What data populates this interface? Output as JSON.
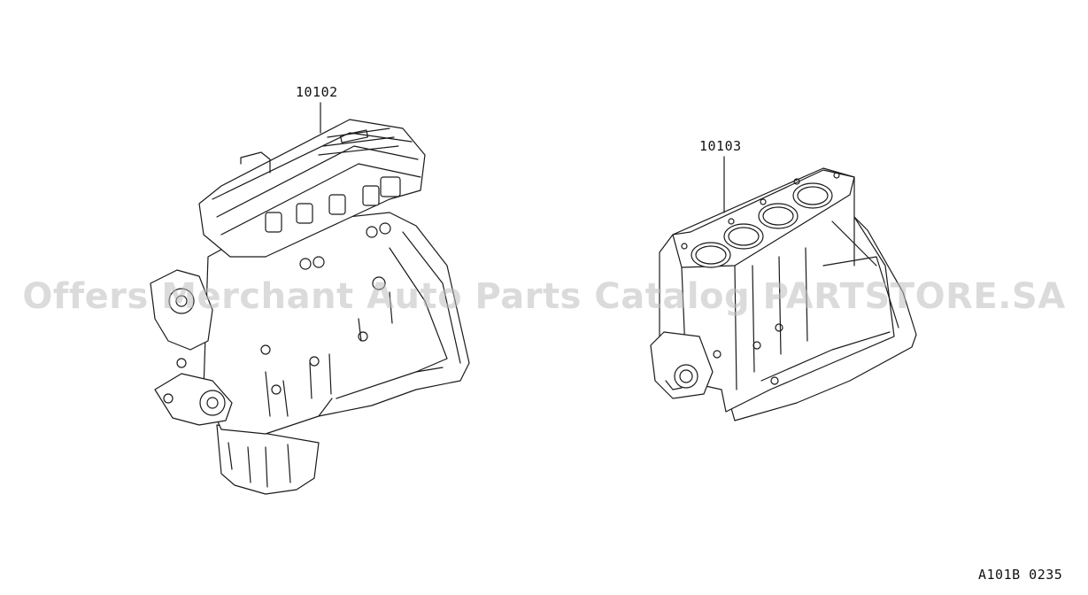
{
  "parts": [
    {
      "number": "10102",
      "description": "engine-assembly-with-cylinder-head"
    },
    {
      "number": "10103",
      "description": "short-block-engine-assembly"
    }
  ],
  "diagram_code": "A101B 0235",
  "watermark": "Offers Merchant Auto Parts Catalog PARTSTORE.SA",
  "colors": {
    "line": "#1a1a1a",
    "background": "#ffffff",
    "watermark": "#bebebe"
  }
}
